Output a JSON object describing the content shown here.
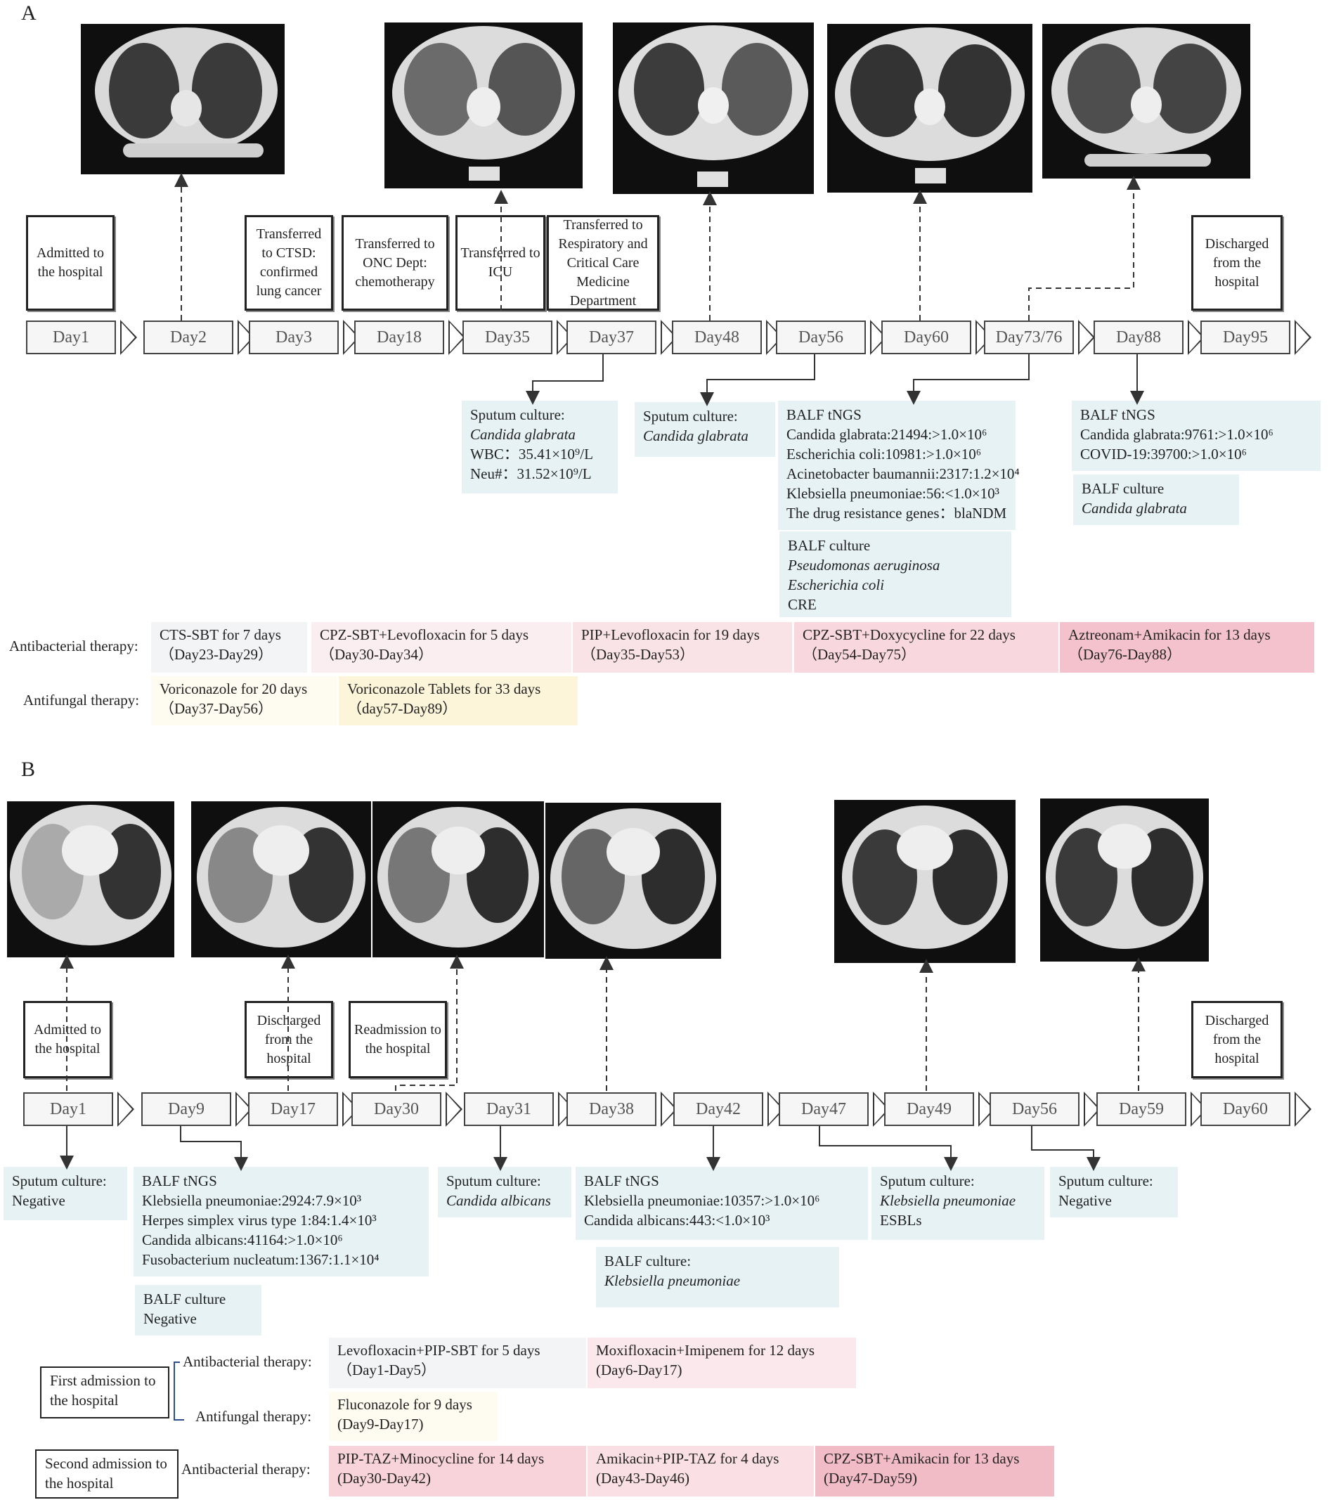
{
  "panel_a": {
    "label": "A",
    "events": [
      {
        "text": "Admitted to the hospital"
      },
      {
        "text": "Transferred to CTSD: confirmed lung cancer"
      },
      {
        "text": "Transferred to ONC Dept: chemotherapy"
      },
      {
        "text": "Transferred to ICU"
      },
      {
        "text": "Transferred to Respiratory and Critical Care Medicine Department"
      },
      {
        "text": "Discharged from the hospital"
      }
    ],
    "days": [
      "Day1",
      "Day2",
      "Day3",
      "Day18",
      "Day35",
      "Day37",
      "Day48",
      "Day56",
      "Day60",
      "Day73/76",
      "Day88",
      "Day95"
    ],
    "findings": [
      {
        "lines": [
          "Sputum culture:",
          "Candida glabrata",
          "WBC：35.41×10⁹/L",
          "Neu#：31.52×10⁹/L"
        ]
      },
      {
        "lines": [
          "Sputum culture:",
          "Candida glabrata"
        ]
      },
      {
        "lines": [
          "BALF tNGS",
          "Candida glabrata:21494:>1.0×10⁶",
          "Escherichia coli:10981:>1.0×10⁶",
          "Acinetobacter baumannii:2317:1.2×10⁴",
          "Klebsiella pneumoniae:56:<1.0×10³",
          "The drug resistance genes：blaNDM"
        ]
      },
      {
        "lines": [
          "BALF culture",
          "Pseudomonas aeruginosa",
          "Escherichia coli",
          "CRE"
        ]
      },
      {
        "lines": [
          "BALF tNGS",
          "Candida glabrata:9761:>1.0×10⁶",
          "COVID-19:39700:>1.0×10⁶"
        ]
      },
      {
        "lines": [
          "BALF culture",
          "Candida glabrata"
        ]
      }
    ],
    "therapy_labels": {
      "antibacterial": "Antibacterial therapy:",
      "antifungal": "Antifungal therapy:"
    },
    "antibacterial": [
      {
        "line1": "CTS-SBT for 7 days",
        "line2": "（Day23-Day29）",
        "color": "#f3f4f6"
      },
      {
        "line1": "CPZ-SBT+Levofloxacin for 5 days",
        "line2": "（Day30-Day34）",
        "color": "#fbeef0"
      },
      {
        "line1": "PIP+Levofloxacin for 19 days",
        "line2": "（Day35-Day53）",
        "color": "#fae3e7"
      },
      {
        "line1": "CPZ-SBT+Doxycycline for 22 days",
        "line2": "（Day54-Day75）",
        "color": "#f8d8de"
      },
      {
        "line1": "Aztreonam+Amikacin for 13 days",
        "line2": "（Day76-Day88）",
        "color": "#f3c2cc"
      }
    ],
    "antifungal": [
      {
        "line1": "Voriconazole for 20 days",
        "line2": "（Day37-Day56）",
        "color": "#fefcf0"
      },
      {
        "line1": "Voriconazole Tablets for 33 days",
        "line2": "（day57-Day89）",
        "color": "#fdf5d9"
      }
    ]
  },
  "panel_b": {
    "label": "B",
    "events": [
      {
        "text": "Admitted to the hospital"
      },
      {
        "text": "Discharged from the hospital"
      },
      {
        "text": "Readmission to the hospital"
      },
      {
        "text": "Discharged from the hospital"
      }
    ],
    "days": [
      "Day1",
      "Day9",
      "Day17",
      "Day30",
      "Day31",
      "Day38",
      "Day42",
      "Day47",
      "Day49",
      "Day56",
      "Day59",
      "Day60"
    ],
    "findings": [
      {
        "lines": [
          "Sputum culture:",
          "Negative"
        ]
      },
      {
        "lines": [
          "BALF tNGS",
          "Klebsiella pneumoniae:2924:7.9×10³",
          "Herpes simplex virus type 1:84:1.4×10³",
          "Candida albicans:41164:>1.0×10⁶",
          "Fusobacterium nucleatum:1367:1.1×10⁴"
        ]
      },
      {
        "lines": [
          "BALF culture",
          "Negative"
        ]
      },
      {
        "lines": [
          "Sputum culture:",
          "Candida albicans"
        ]
      },
      {
        "lines": [
          "BALF tNGS",
          "Klebsiella pneumoniae:10357:>1.0×10⁶",
          "Candida albicans:443:<1.0×10³"
        ]
      },
      {
        "lines": [
          "BALF culture:",
          "Klebsiella pneumoniae"
        ]
      },
      {
        "lines": [
          "Sputum culture:",
          "Klebsiella pneumoniae",
          "ESBLs"
        ]
      },
      {
        "lines": [
          "Sputum culture:",
          "Negative"
        ]
      }
    ],
    "first_admission": "First admission to the hospital",
    "second_admission": "Second admission to the hospital",
    "therapy_labels": {
      "antibacterial": "Antibacterial therapy:",
      "antifungal": "Antifungal therapy:"
    },
    "first_antibacterial": [
      {
        "line1": "Levofloxacin+PIP-SBT for 5 days",
        "line2": "（Day1-Day5）",
        "color": "#f3f4f6"
      },
      {
        "line1": "Moxifloxacin+Imipenem for 12 days",
        "line2": "(Day6-Day17)",
        "color": "#fbe8ec"
      }
    ],
    "first_antifungal": [
      {
        "line1": "Fluconazole for 9 days",
        "line2": "(Day9-Day17)",
        "color": "#fefcf0"
      }
    ],
    "second_antibacterial": [
      {
        "line1": "PIP-TAZ+Minocycline for 14 days",
        "line2": "(Day30-Day42)",
        "color": "#f8d3da"
      },
      {
        "line1": "Amikacin+PIP-TAZ for 4 days",
        "line2": "(Day43-Day46)",
        "color": "#fae0e5"
      },
      {
        "line1": "CPZ-SBT+Amikacin for 13 days",
        "line2": "(Day47-Day59)",
        "color": "#f2bcc7"
      }
    ]
  }
}
